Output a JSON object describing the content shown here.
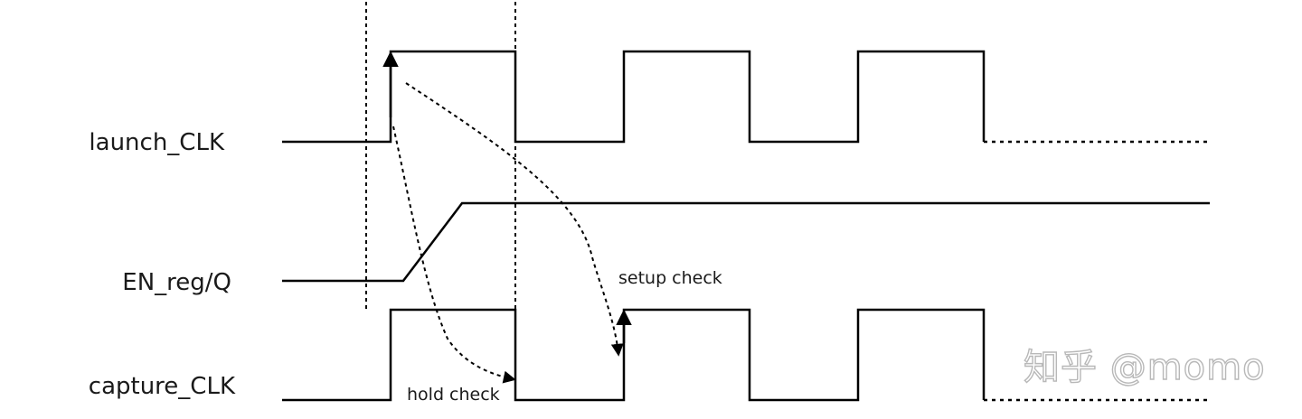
{
  "signals": {
    "launch_label": "launch_CLK",
    "en_label": "EN_reg/Q",
    "capture_label": "capture_CLK"
  },
  "annotations": {
    "setup": "setup check",
    "hold": "hold check"
  },
  "watermark": {
    "text": "知乎 @momo"
  }
}
